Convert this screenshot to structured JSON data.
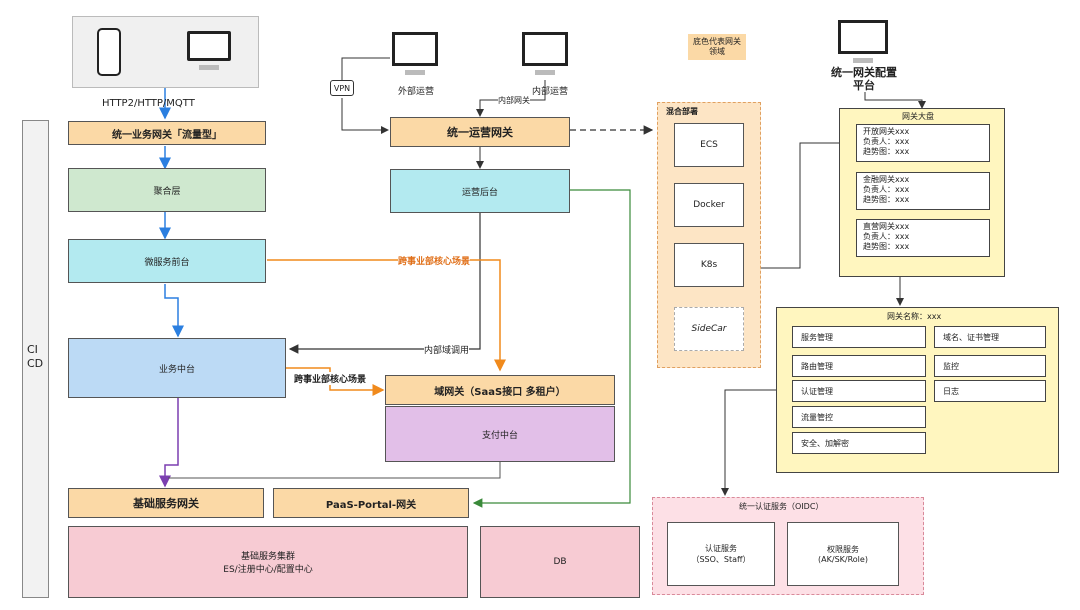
{
  "clients": {
    "protocols": "HTTP2/HTTP/MQTT"
  },
  "ops": {
    "external_label": "外部运营",
    "internal_label": "内部运营",
    "vpn_label": "VPN",
    "internal_gateway_label": "内部网关"
  },
  "platform": {
    "title": "统一网关配置平台"
  },
  "legend": {
    "text": "底色代表网关领域"
  },
  "cicd": {
    "label": "CI\nCD"
  },
  "left_column": {
    "business_gateway": "统一业务网关「流量型」",
    "aggregation": "聚合层",
    "micro_frontend": "微服务前台",
    "business_middle": "业务中台",
    "base_gateway": "基础服务网关",
    "base_cluster_title": "基础服务集群",
    "base_cluster_sub": "ES/注册中心/配置中心"
  },
  "center_column": {
    "ops_gateway": "统一运营网关",
    "ops_backend": "运营后台",
    "domain_gateway": "域网关（SaaS接口 多租户）",
    "payment_middle": "支付中台",
    "paas_gateway": "PaaS-Portal-网关",
    "db": "DB"
  },
  "edge_labels": {
    "cross_core": "跨事业部核心场景",
    "cross_core_2": "跨事业部核心场景",
    "internal_domain_call": "内部域调用"
  },
  "hybrid": {
    "title": "混合部署",
    "items": [
      "ECS",
      "Docker",
      "K8s",
      "SideCar"
    ]
  },
  "dashboard": {
    "title": "网关大盘",
    "cards": [
      {
        "name": "开放网关xxx",
        "owner": "负责人：xxx",
        "trend": "趋势图：xxx"
      },
      {
        "name": "金融网关xxx",
        "owner": "负责人：xxx",
        "trend": "趋势图：xxx"
      },
      {
        "name": "直营网关xxx",
        "owner": "负责人：xxx",
        "trend": "趋势图：xxx"
      }
    ]
  },
  "gateway_detail": {
    "title": "网关名称：xxx",
    "left_items": [
      "服务管理",
      "路由管理",
      "认证管理",
      "流量管控",
      "安全、加解密"
    ],
    "right_items": [
      "域名、证书管理",
      "监控",
      "日志"
    ]
  },
  "auth": {
    "title": "统一认证服务（OIDC）",
    "items": [
      {
        "line1": "认证服务",
        "line2": "（SSO、Staff）"
      },
      {
        "line1": "权限服务",
        "line2": "(AK/SK/Role)"
      }
    ]
  },
  "colors": {
    "orange_arrow": "#f08a1c",
    "blue_arrow": "#2b7fe0",
    "purple_arrow": "#7b3fb0",
    "green_arrow": "#3a8a3a",
    "dark_line": "#333333"
  }
}
